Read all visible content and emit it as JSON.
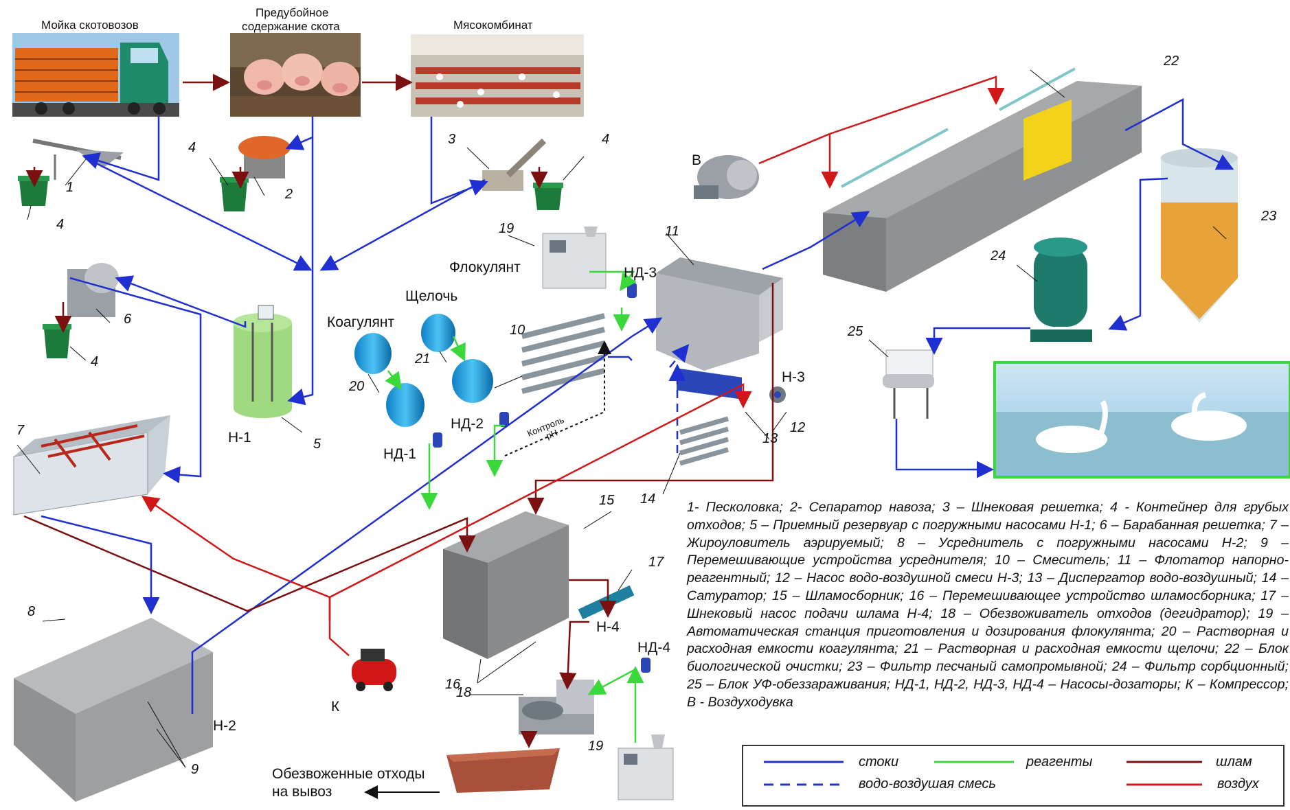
{
  "labels": {
    "wash": "Мойка скотовозов",
    "holding_1": "Предубойное",
    "holding_2": "содержание скота",
    "meat_plant": "Мясокомбинат",
    "flocculant": "Флокулянт",
    "alkali": "Щелочь",
    "coagulant": "Коагулянт",
    "blower": "В",
    "compressor": "К",
    "pump_n1": "Н-1",
    "pump_n2": "Н-2",
    "pump_n3": "Н-3",
    "pump_n4": "Н-4",
    "dosing_nd1": "НД-1",
    "dosing_nd2": "НД-2",
    "dosing_nd3": "НД-3",
    "dosing_nd4": "НД-4",
    "ph_control_1": "Контроль",
    "ph_control_2": "pH",
    "waste_1": "Обезвоженные отходы",
    "waste_2": "на вывоз"
  },
  "numbers": {
    "n1": "1",
    "n2": "2",
    "n3": "3",
    "n4a": "4",
    "n4b": "4",
    "n4c": "4",
    "n4d": "4",
    "n5": "5",
    "n6": "6",
    "n7": "7",
    "n8": "8",
    "n9": "9",
    "n10": "10",
    "n11": "11",
    "n12": "12",
    "n13": "13",
    "n14": "14",
    "n15": "15",
    "n16": "16",
    "n17": "17",
    "n18": "18",
    "n19a": "19",
    "n19b": "19",
    "n20": "20",
    "n21": "21",
    "n22": "22",
    "n23": "23",
    "n24": "24",
    "n25": "25"
  },
  "caption": "1- Песколовка; 2- Сепаратор навоза; 3 – Шнековая решетка; 4 - Контейнер для грубых отходов; 5 – Приемный резервуар с погружными насосами Н-1; 6 – Барабанная решетка; 7 – Жироуловитель аэрируемый; 8 – Усреднитель с погружными насосами Н-2; 9 – Перемешивающие устройства усреднителя; 10 – Смеситель; 11 – Флотатор напорно-реагентный; 12 – Насос водо-воздушной смеси Н-3; 13 – Диспергатор водо-воздушный; 14 – Сатуратор; 15 – Шламосборник; 16 – Перемешивающее устройство шламосборника; 17 – Шнековый насос подачи шлама Н-4; 18 – Обезвоживатель отходов (дегидратор); 19 – Автоматическая станция приготовления и дозирования флокулянта; 20 – Растворная и расходная емкости коагулянта; 21 – Растворная и расходная емкости щелочи; 22 – Блок биологической очистки; 23 – Фильтр песчаный самопромывной; 24 – Фильтр сорбционный; 25 – Блок УФ-обеззараживания; НД-1, НД-2, НД-3, НД-4 – Насосы-дозаторы; К – Компрессор; В - Воздуходувка",
  "legend": {
    "stoki": "стоки",
    "reagenty": "реагенты",
    "shlam": "шлам",
    "water_air": "водо-воздушая смесь",
    "vozdukh": "воздух"
  },
  "colors": {
    "stoki": "#1f2fd0",
    "reagenty": "#3ad83a",
    "shlam": "#7a1010",
    "vozdukh": "#d01818",
    "water_air": "#1f2fd0"
  }
}
